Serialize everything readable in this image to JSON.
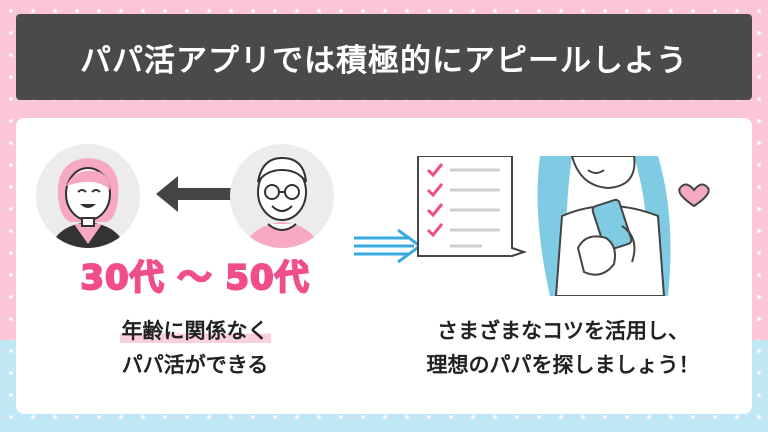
{
  "title": "パパ活アプリでは積極的にアピールしよう",
  "left": {
    "age_range": "30代 〜 50代",
    "caption_line1": "年齢に関係なく",
    "caption_line2": "パパ活ができる"
  },
  "right": {
    "caption_line1": "さまざまなコツを活用し、",
    "caption_line2": "理想のパパを探しましょう！"
  },
  "colors": {
    "pink_bg": "#fcc6d7",
    "blue_bg": "#bfe7f6",
    "title_bg": "#4a4a4a",
    "accent_pink": "#f04d8a",
    "accent_blue": "#3aa9e0"
  },
  "icons": [
    "woman-avatar-icon",
    "man-avatar-icon",
    "double-arrow-icon",
    "right-arrow-icon",
    "checklist-icon",
    "woman-phone-icon",
    "heart-icon"
  ]
}
